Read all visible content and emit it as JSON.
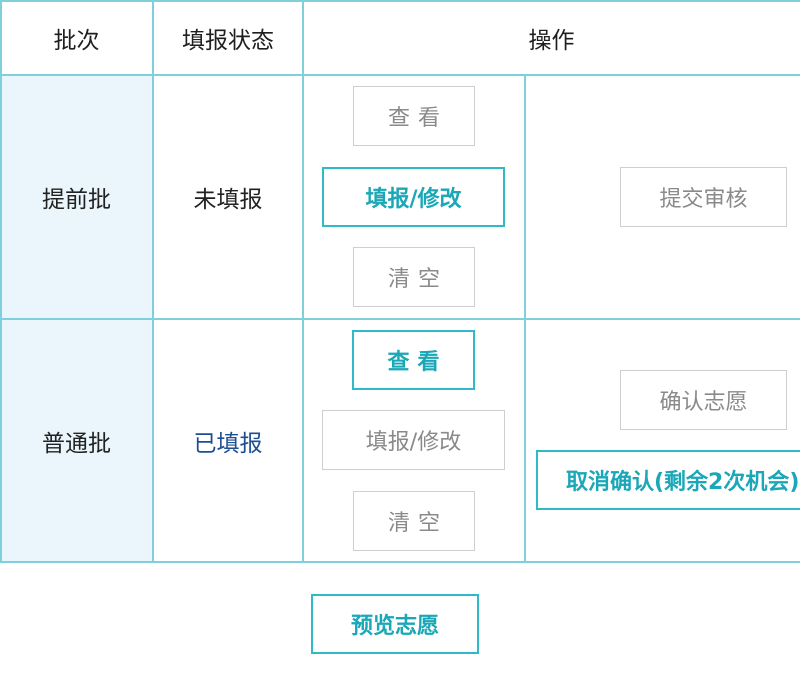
{
  "table": {
    "headers": {
      "batch": "批次",
      "status": "填报状态",
      "actions": "操作"
    },
    "rows": [
      {
        "batch": "提前批",
        "status": "未填报",
        "buttons": {
          "view": "查看",
          "edit": "填报/修改",
          "clear": "清空",
          "submit": "提交审核"
        }
      },
      {
        "batch": "普通批",
        "status": "已填报",
        "buttons": {
          "view": "查看",
          "edit": "填报/修改",
          "clear": "清空",
          "confirm": "确认志愿",
          "cancel": "取消确认(剩余2次机会)"
        }
      }
    ]
  },
  "footer": {
    "preview": "预览志愿"
  },
  "colors": {
    "accent": "#2fbac9",
    "border": "#7fd0dd",
    "batch_bg": "#eaf6fb",
    "filled_status": "#1f4e93",
    "muted_text": "#8a8a8a"
  }
}
